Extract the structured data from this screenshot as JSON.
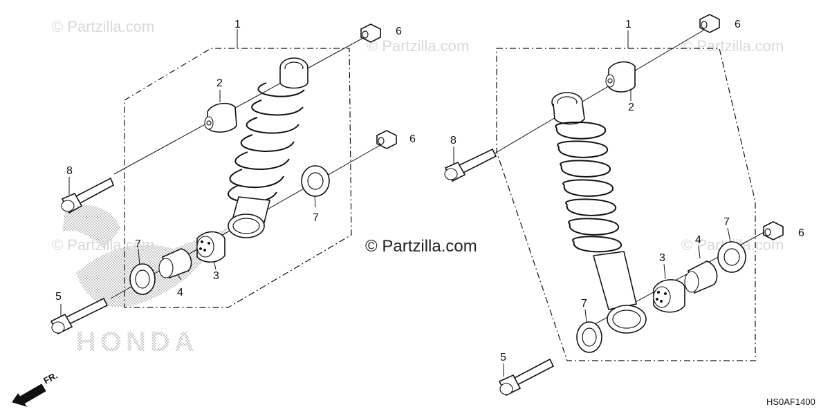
{
  "watermarks": {
    "brand": "© Partzilla.com",
    "center": "© Partzilla.com",
    "logo_text": "HONDA"
  },
  "diagram_code": "HS0AF1400",
  "direction_label": "FR.",
  "callouts": {
    "left": [
      "1",
      "2",
      "3",
      "4",
      "5",
      "6",
      "6",
      "7",
      "7",
      "8"
    ],
    "right": [
      "1",
      "2",
      "3",
      "4",
      "5",
      "6",
      "6",
      "7",
      "7",
      "8"
    ]
  }
}
